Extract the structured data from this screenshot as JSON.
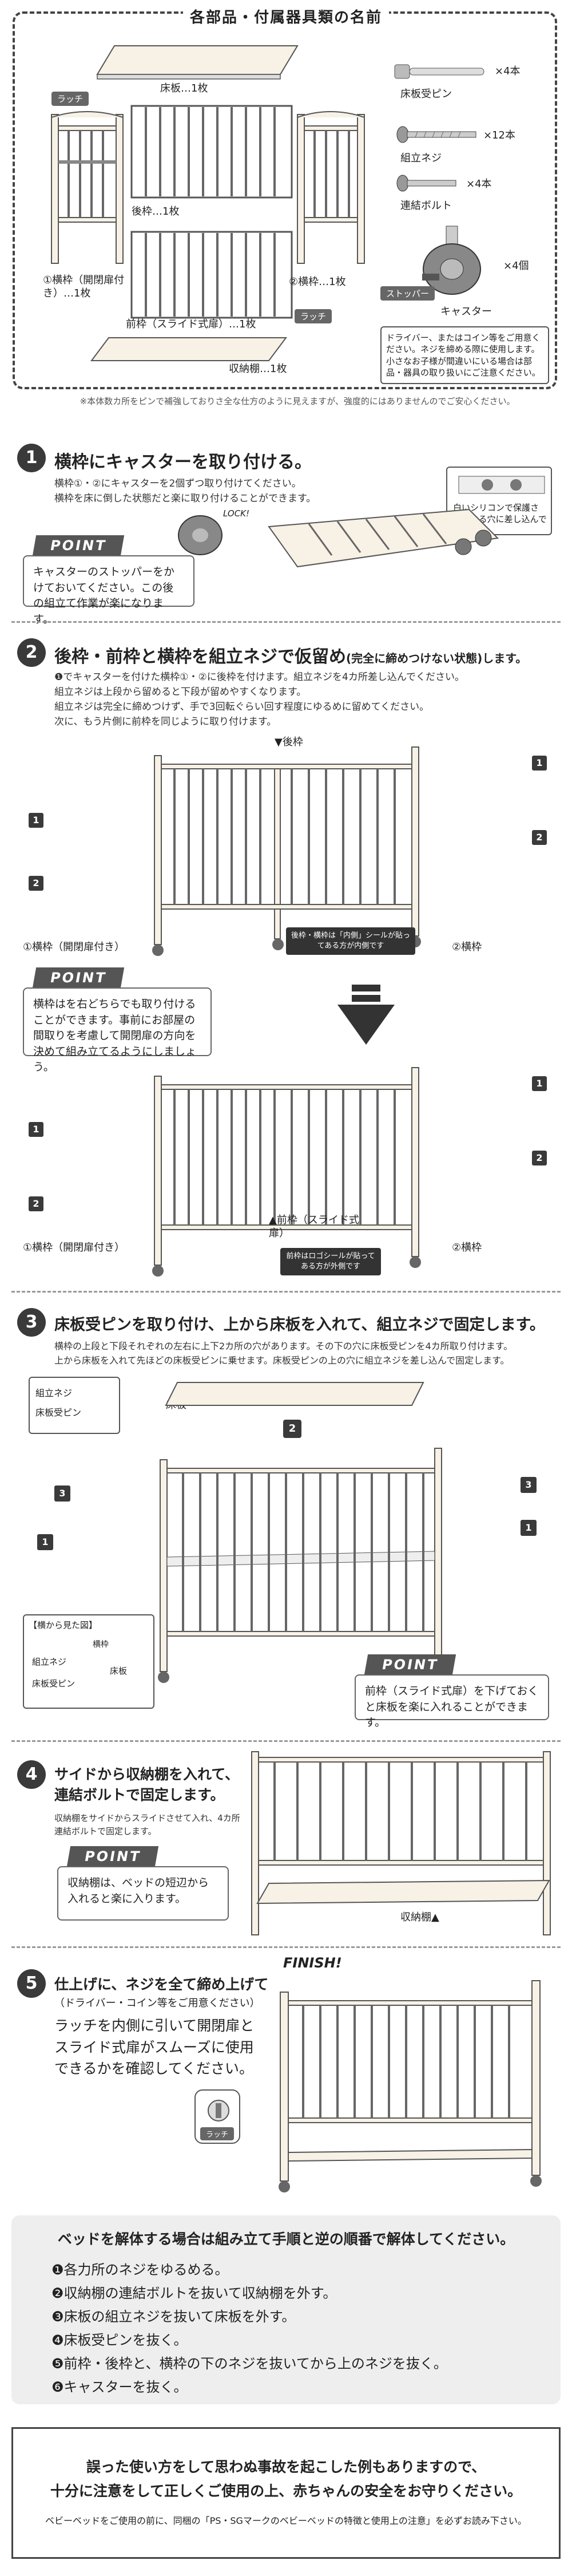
{
  "parts": {
    "title": "各部品・付属器具類の名前",
    "latch_tag": "ラッチ",
    "bed_board": "床板…1枚",
    "back_frame": "後枠…1枚",
    "side_frame_1": "①横枠（開閉扉付き）…1枚",
    "side_frame_2": "②横枠…1枚",
    "latch_tag2": "ラッチ",
    "front_frame": "前枠（スライド式扉）…1枚",
    "storage_shelf": "収納棚…1枚",
    "pin_label": "床板受ピン",
    "pin_count": "×4本",
    "screw_label": "組立ネジ",
    "screw_count": "×12本",
    "bolt_label": "連結ボルト",
    "bolt_count": "×4本",
    "stopper_tag": "ストッパー",
    "caster_label": "キャスター",
    "caster_count": "×4個",
    "driver_note": "ドライバー、またはコイン等をご用意ください。ネジを締める際に使用します。小さなお子様が間違いにいる場合は部品・器具の取り扱いにご注意ください。",
    "footnote": "※本体数カ所をピンで補強しておりさ全な仕方のように見えますが、強度的にはありませんのでご安心ください。"
  },
  "step1": {
    "num": "1",
    "title": "横枠にキャスターを取り付ける。",
    "desc1": "横枠①・②にキャスターを2個ずつ取り付けてください。",
    "desc2": "横枠を床に倒した状態だと楽に取り付けることができます。",
    "lock": "LOCK!",
    "inset_note": "白いシリコンで保護されている穴に差し込んでください",
    "point_tag": "POINT",
    "point_text": "キャスターのストッパーをかけておいてください。この後の組立て作業が楽になります。"
  },
  "step2": {
    "num": "2",
    "title": "後枠・前枠と横枠を組立ネジで仮留め",
    "title_small": "(完全に締めつけない状態)します。",
    "desc1": "❶でキャスターを付けた横枠①・②に後枠を付けます。組立ネジを4カ所差し込んでください。",
    "desc2": "組立ネジは上段から留めると下段が留めやすくなります。",
    "desc3": "組立ネジは完全に締めつけず、手で3回転ぐらい回す程度にゆるめに留めてください。",
    "desc4": "次に、もう片側に前枠を同じように取り付けます。",
    "back_label": "▼後枠",
    "callout1": "後枠・横枠は「内側」シールが貼ってある方が内側です",
    "side1_label": "①横枠（開閉扉付き）",
    "side2_label": "②横枠",
    "point_tag": "POINT",
    "point_text": "横枠はを右どちらでも取り付けることができます。事前にお部屋の間取りを考慮して開閉扉の方向を決めて組み立てるようにしましょう。",
    "front_label": "▲前枠（スライド式扉）",
    "callout2": "前枠はロゴシールが貼ってある方が外側です",
    "side1_label_b": "①横枠（開閉扉付き）",
    "side2_label_b": "②横枠",
    "m1": "1",
    "m2": "2"
  },
  "step3": {
    "num": "3",
    "title": "床板受ピンを取り付け、上から床板を入れて、組立ネジで固定します。",
    "desc1": "横枠の上段と下段それぞれの左右に上下2カ所の穴があります。その下の穴に床板受ピンを4カ所取り付けます。",
    "desc2": "上から床板を入れて先ほどの床板受ピンに乗せます。床板受ピンの上の穴に組立ネジを差し込んで固定します。",
    "screw_label": "組立ネジ",
    "pin_label": "床板受ピン",
    "board_label": "床板",
    "inset_title": "【横から見た図】",
    "inset_screw": "組立ネジ",
    "inset_pin": "床板受ピン",
    "inset_board": "床板",
    "inset_side": "横枠",
    "point_tag": "POINT",
    "point_text": "前枠（スライド式扉）を下げておくと床板を楽に入れることができます。",
    "m1": "1",
    "m2": "2",
    "m3": "3"
  },
  "step4": {
    "num": "4",
    "title": "サイドから収納棚を入れて、連結ボルトで固定します。",
    "desc": "収納棚をサイドからスライドさせて入れ、4カ所連結ボルトで固定します。",
    "point_tag": "POINT",
    "point_text": "収納棚は、ベッドの短辺から入れると楽に入ります。",
    "shelf_label": "収納棚▲"
  },
  "step5": {
    "num": "5",
    "title": "仕上げに、ネジを全て締め上げて",
    "subtitle": "（ドライバー・コイン等をご用意ください）",
    "text": "ラッチを内側に引いて開閉扉とスライド式扉がスムーズに使用できるかを確認してください。",
    "latch_tag": "ラッチ",
    "finish": "FINISH!"
  },
  "disassembly": {
    "title": "ベッドを解体する場合は組み立て手順と逆の順番で解体してください。",
    "items": [
      "❶各力所のネジをゆるめる。",
      "❷収納棚の連結ボルトを抜いて収納棚を外す。",
      "❸床板の組立ネジを抜いて床板を外す。",
      "❹床板受ピンを抜く。",
      "❺前枠・後枠と、横枠の下のネジを抜いてから上のネジを抜く。",
      "❻キャスターを抜く。"
    ]
  },
  "warning": {
    "line1": "誤った使い方をして思わぬ事故を起こした例もありますので、",
    "line2": "十分に注意をして正しくご使用の上、赤ちゃんの安全をお守りください。",
    "line3": "ベビーベッドをご使用の前に、同梱の「PS・SGマークのベビーベッドの特徴と使用上の注意」を必ずお読み下さい。"
  }
}
